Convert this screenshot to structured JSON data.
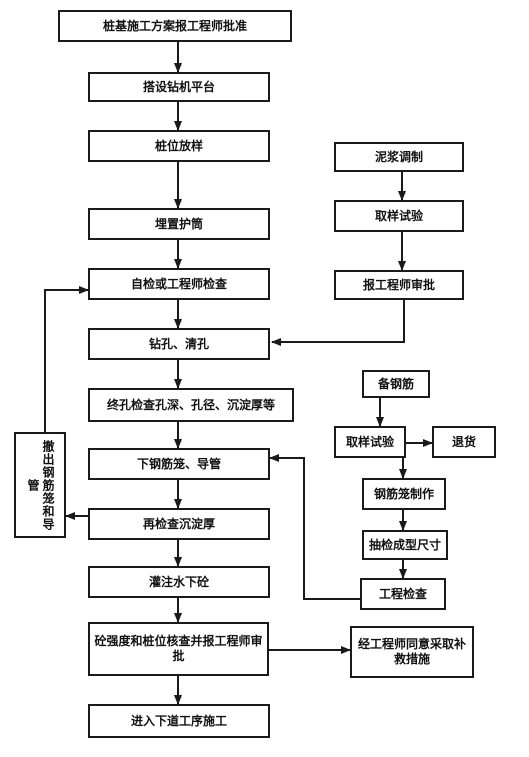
{
  "main": {
    "approve": "桩基施工方案报工程师批准",
    "platform": "搭设钻机平台",
    "layout": "桩位放样",
    "casing": "埋置护筒",
    "selfcheck": "自检或工程师检查",
    "drill": "钻孔、清孔",
    "final_check": "终孔检查孔深、孔径、沉淀厚等",
    "cage": "下钢筋笼、导管",
    "recheck": "再检查沉淀厚",
    "pour": "灌注水下砼",
    "strength": "砼强度和桩位核查并报工程师审批",
    "next": "进入下道工序施工"
  },
  "mud": {
    "make": "泥浆调制",
    "sample": "取样试验",
    "report": "报工程师审批"
  },
  "steel": {
    "prepare": "备钢筋",
    "sample": "取样试验",
    "return": "退货",
    "make": "钢筋笼制作",
    "spot": "抽检成型尺寸",
    "inspect": "工程检查"
  },
  "remedy": "经工程师同意采取补救措施",
  "withdraw": "撤出钢筋笼和导管"
}
